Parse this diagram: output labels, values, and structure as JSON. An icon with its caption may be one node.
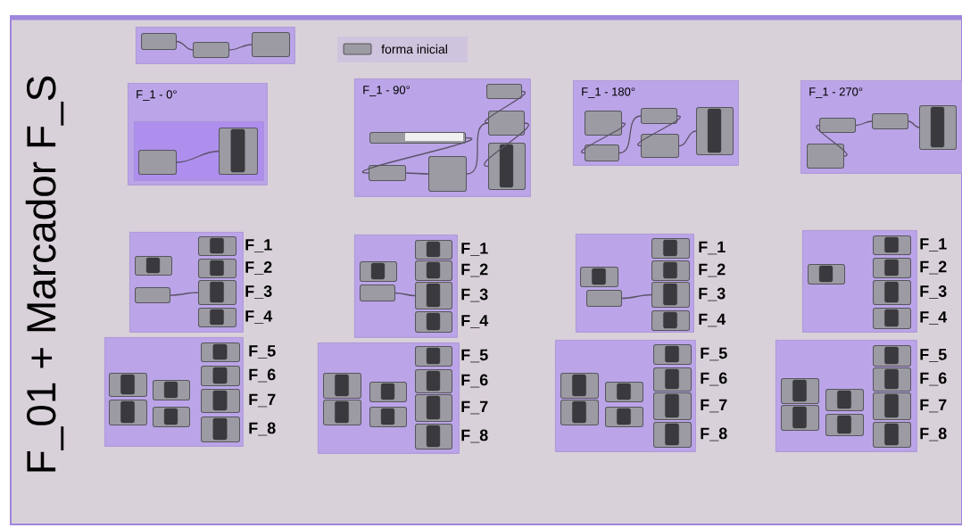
{
  "diagram": {
    "title": "F_01 + Marcador F_S",
    "nodes": [
      {
        "text": [],
        "shape": "box"
      },
      {
        "text": [],
        "shape": "box",
        "in": 0
      },
      {
        "text": [],
        "shape": "box",
        "in": 0
      },
      {
        "text": [],
        "shape": "box",
        "in": 0
      },
      {
        "text": [
          "F_1 - 0°"
        ]
      },
      {
        "text": [],
        "shape": "box",
        "in": 4
      },
      {
        "text": [],
        "shape": "box",
        "in": 5
      },
      {
        "text": [],
        "shape": "bar",
        "in": 5
      },
      {
        "text": [
          "F_1 - 90°"
        ]
      },
      {
        "text": [],
        "shape": "box",
        "in": 8
      },
      {
        "text": [],
        "shape": "box",
        "in": 8
      },
      {
        "text": [],
        "shape": "box",
        "in": 8
      },
      {
        "text": [],
        "shape": "box",
        "in": 8
      },
      {
        "text": [],
        "shape": "box",
        "in": 8
      },
      {
        "text": [],
        "shape": "bar",
        "in": 8
      },
      {
        "text": [
          "F_1 - 180°"
        ]
      },
      {
        "text": [],
        "shape": "box",
        "in": 15
      },
      {
        "text": [],
        "shape": "box",
        "in": 15
      },
      {
        "text": [],
        "shape": "box",
        "in": 15
      },
      {
        "text": [],
        "shape": "box",
        "in": 15
      },
      {
        "text": [],
        "shape": "bar",
        "in": 15
      },
      {
        "text": [
          "F_1 - 270°"
        ]
      },
      {
        "text": [],
        "shape": "box",
        "in": 21
      },
      {
        "text": [],
        "shape": "box",
        "in": 21
      },
      {
        "text": [],
        "shape": "box",
        "in": 21
      },
      {
        "text": [],
        "shape": "bar",
        "in": 21
      },
      {
        "text": [],
        "shape": "box"
      },
      {
        "text": [],
        "shape": "bar",
        "in": 26
      },
      {
        "text": [],
        "shape": "box",
        "in": 26
      },
      {
        "text": [],
        "shape": "bar",
        "in": 26,
        "beside": [
          "F_1"
        ]
      },
      {
        "text": [],
        "shape": "bar",
        "in": 26,
        "beside": [
          "F_2"
        ]
      },
      {
        "text": [],
        "shape": "bar",
        "in": 26,
        "beside": [
          "F_3"
        ]
      },
      {
        "text": [],
        "shape": "bar",
        "in": 26,
        "beside": [
          "F_4"
        ]
      },
      {
        "text": [],
        "shape": "box"
      },
      {
        "text": [],
        "shape": "bar",
        "in": 33
      },
      {
        "text": [],
        "shape": "bar",
        "in": 33
      },
      {
        "text": [],
        "shape": "bar",
        "in": 33
      },
      {
        "text": [],
        "shape": "bar",
        "in": 33
      },
      {
        "text": [],
        "shape": "bar",
        "in": 33,
        "beside": [
          "F_5"
        ]
      },
      {
        "text": [],
        "shape": "bar",
        "in": 33,
        "beside": [
          "F_6"
        ]
      },
      {
        "text": [],
        "shape": "bar",
        "in": 33,
        "beside": [
          "F_7"
        ]
      },
      {
        "text": [],
        "shape": "bar",
        "in": 33,
        "beside": [
          "F_8"
        ]
      },
      {
        "text": [],
        "shape": "box"
      },
      {
        "text": [],
        "shape": "bar",
        "in": 42
      },
      {
        "text": [],
        "shape": "box",
        "in": 42
      },
      {
        "text": [],
        "shape": "bar",
        "in": 42,
        "beside": [
          "F_1"
        ]
      },
      {
        "text": [],
        "shape": "bar",
        "in": 42,
        "beside": [
          "F_2"
        ]
      },
      {
        "text": [],
        "shape": "bar",
        "in": 42,
        "beside": [
          "F_3"
        ]
      },
      {
        "text": [],
        "shape": "bar",
        "in": 42,
        "beside": [
          "F_4"
        ]
      },
      {
        "text": [],
        "shape": "box"
      },
      {
        "text": [],
        "shape": "bar",
        "in": 49
      },
      {
        "text": [],
        "shape": "bar",
        "in": 49
      },
      {
        "text": [],
        "shape": "bar",
        "in": 49
      },
      {
        "text": [],
        "shape": "bar",
        "in": 49
      },
      {
        "text": [],
        "shape": "bar",
        "in": 49,
        "beside": [
          "F_5"
        ]
      },
      {
        "text": [],
        "shape": "bar",
        "in": 49,
        "beside": [
          "F_6"
        ]
      },
      {
        "text": [],
        "shape": "bar",
        "in": 49,
        "beside": [
          "F_7"
        ]
      },
      {
        "text": [],
        "shape": "bar",
        "in": 49,
        "beside": [
          "F_8"
        ]
      },
      {
        "text": [],
        "shape": "box"
      },
      {
        "text": [],
        "shape": "bar",
        "in": 58
      },
      {
        "text": [],
        "shape": "box",
        "in": 58
      },
      {
        "text": [],
        "shape": "bar",
        "in": 58,
        "beside": [
          "F_1"
        ]
      },
      {
        "text": [],
        "shape": "bar",
        "in": 58,
        "beside": [
          "F_2"
        ]
      },
      {
        "text": [],
        "shape": "bar",
        "in": 58,
        "beside": [
          "F_3"
        ]
      },
      {
        "text": [],
        "shape": "bar",
        "in": 58,
        "beside": [
          "F_4"
        ]
      },
      {
        "text": [],
        "shape": "box"
      },
      {
        "text": [],
        "shape": "bar",
        "in": 65
      },
      {
        "text": [],
        "shape": "bar",
        "in": 65
      },
      {
        "text": [],
        "shape": "bar",
        "in": 65
      },
      {
        "text": [],
        "shape": "bar",
        "in": 65
      },
      {
        "text": [],
        "shape": "bar",
        "in": 65,
        "beside": [
          "F_5"
        ]
      },
      {
        "text": [],
        "shape": "bar",
        "in": 65,
        "beside": [
          "F_6"
        ]
      },
      {
        "text": [],
        "shape": "bar",
        "in": 65,
        "beside": [
          "F_7"
        ]
      },
      {
        "text": [],
        "shape": "bar",
        "in": 65,
        "beside": [
          "F_8"
        ]
      },
      {
        "text": [],
        "shape": "box"
      },
      {
        "text": [],
        "shape": "bar",
        "in": 74
      },
      {
        "text": [],
        "shape": "bar",
        "in": 74,
        "beside": [
          "F_1"
        ]
      },
      {
        "text": [],
        "shape": "bar",
        "in": 74,
        "beside": [
          "F_2"
        ]
      },
      {
        "text": [],
        "shape": "bar",
        "in": 74,
        "beside": [
          "F_3"
        ]
      },
      {
        "text": [],
        "shape": "bar",
        "in": 74,
        "beside": [
          "F_4"
        ]
      },
      {
        "text": [],
        "shape": "box"
      },
      {
        "text": [],
        "shape": "bar",
        "in": 80
      },
      {
        "text": [],
        "shape": "bar",
        "in": 80
      },
      {
        "text": [],
        "shape": "bar",
        "in": 80
      },
      {
        "text": [],
        "shape": "bar",
        "in": 80
      },
      {
        "text": [],
        "shape": "bar",
        "in": 80,
        "beside": [
          "F_5"
        ]
      },
      {
        "text": [],
        "shape": "bar",
        "in": 80,
        "beside": [
          "F_6"
        ]
      },
      {
        "text": [],
        "shape": "bar",
        "in": 80,
        "beside": [
          "F_7"
        ]
      },
      {
        "text": [],
        "shape": "bar",
        "in": 80,
        "beside": [
          "F_8"
        ]
      }
    ],
    "edges": [
      {
        "from": 1,
        "to": 2,
        "arrow": "none"
      },
      {
        "from": 2,
        "to": 3,
        "arrow": "none"
      },
      {
        "from": 6,
        "to": 7,
        "arrow": "none"
      },
      {
        "from": 9,
        "to": 10,
        "arrow": "none"
      },
      {
        "from": 11,
        "to": 12,
        "arrow": "none"
      },
      {
        "from": 12,
        "to": 13,
        "arrow": "none"
      },
      {
        "from": 13,
        "to": 10,
        "arrow": "none"
      },
      {
        "from": 10,
        "to": 14,
        "arrow": "none"
      },
      {
        "from": 16,
        "to": 17,
        "arrow": "none"
      },
      {
        "from": 17,
        "to": 18,
        "arrow": "none"
      },
      {
        "from": 18,
        "to": 19,
        "arrow": "none"
      },
      {
        "from": 19,
        "to": 20,
        "arrow": "none"
      },
      {
        "from": 23,
        "to": 22,
        "arrow": "none"
      },
      {
        "from": 22,
        "to": 24,
        "arrow": "none"
      },
      {
        "from": 24,
        "to": 25,
        "arrow": "none"
      },
      {
        "from": 28,
        "to": 31,
        "arrow": "none"
      },
      {
        "from": 44,
        "to": 47,
        "arrow": "none"
      },
      {
        "from": 60,
        "to": 63,
        "arrow": "none"
      }
    ],
    "legend": [
      {
        "text": "forma inicial"
      }
    ]
  }
}
